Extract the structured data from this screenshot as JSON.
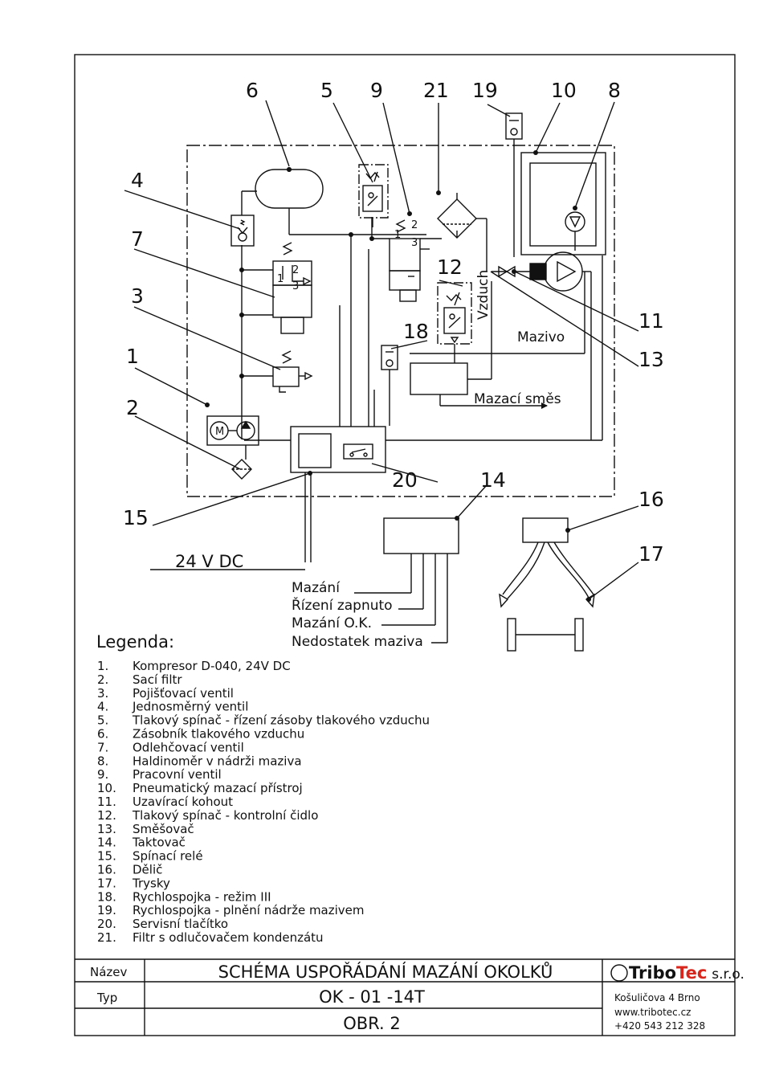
{
  "callouts": {
    "n6": "6",
    "n5": "5",
    "n9": "9",
    "n21": "21",
    "n19": "19",
    "n10": "10",
    "n8": "8",
    "n4": "4",
    "n7": "7",
    "n3": "3",
    "n1": "1",
    "n2": "2",
    "n15": "15",
    "n12": "12",
    "n18": "18",
    "n11": "11",
    "n13": "13",
    "n20": "20",
    "n14": "14",
    "n16": "16",
    "n17": "17"
  },
  "ports": {
    "p1": "1",
    "p2": "2",
    "p3": "3"
  },
  "diagram_labels": {
    "vzduch": "Vzduch",
    "mazivo": "Mazivo",
    "mazaci_smes": "Mazací směs",
    "voltage": "24 V DC",
    "motor": "M"
  },
  "signals": [
    "Mazání",
    "Řízení zapnuto",
    "Mazání O.K.",
    "Nedostatek maziva"
  ],
  "legend": {
    "title": "Legenda:",
    "items": [
      {
        "num": "1.",
        "text": "Kompresor D-040, 24V DC"
      },
      {
        "num": "2.",
        "text": "Sací filtr"
      },
      {
        "num": "3.",
        "text": "Pojišťovací ventil"
      },
      {
        "num": "4.",
        "text": "Jednosměrný ventil"
      },
      {
        "num": "5.",
        "text": "Tlakový spínač - řízení zásoby tlakového vzduchu"
      },
      {
        "num": "6.",
        "text": "Zásobník tlakového vzduchu"
      },
      {
        "num": "7.",
        "text": "Odlehčovací ventil"
      },
      {
        "num": "8.",
        "text": "Haldinoměr v nádrži maziva"
      },
      {
        "num": "9.",
        "text": "Pracovní ventil"
      },
      {
        "num": "10.",
        "text": "Pneumatický mazací přístroj"
      },
      {
        "num": "11.",
        "text": "Uzavírací kohout"
      },
      {
        "num": "12.",
        "text": "Tlakový spínač - kontrolní čidlo"
      },
      {
        "num": "13.",
        "text": "Směšovač"
      },
      {
        "num": "14.",
        "text": "Taktovač"
      },
      {
        "num": "15.",
        "text": "Spínací relé"
      },
      {
        "num": "16.",
        "text": "Dělič"
      },
      {
        "num": "17.",
        "text": "Trysky"
      },
      {
        "num": "18.",
        "text": "Rychlospojka - režim III"
      },
      {
        "num": "19.",
        "text": "Rychlospojka - plnění nádrže mazivem"
      },
      {
        "num": "20.",
        "text": "Servisní tlačítko"
      },
      {
        "num": "21.",
        "text": "Filtr s odlučovačem kondenzátu"
      }
    ]
  },
  "title_block": {
    "nazev_label": "Název",
    "typ_label": "Typ",
    "title": "SCHÉMA USPOŘÁDÁNÍ MAZÁNÍ OKOLKŮ",
    "type_code": "OK - 01 -14T",
    "figure": "OBR. 2",
    "logo_a": "Tribo",
    "logo_b": "Tec",
    "logo_c": "s.r.o.",
    "address": "Košuličova 4 Brno",
    "web": "www.tribotec.cz",
    "phone": "+420 543 212 328"
  },
  "colors": {
    "line": "#111111",
    "logo_accent": "#d8261c"
  }
}
